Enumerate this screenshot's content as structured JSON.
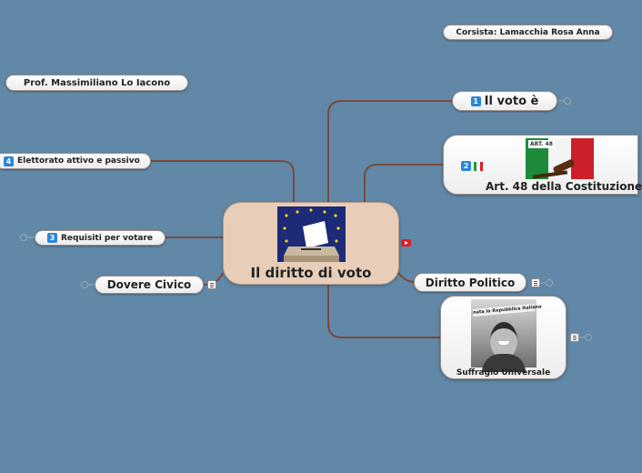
{
  "central": {
    "title": "Il diritto di voto"
  },
  "author": "Corsista: Lamacchia Rosa Anna",
  "professor": "Prof. Massimiliano Lo Iacono",
  "nodes": {
    "voto": {
      "num": "1",
      "label": "Il voto è"
    },
    "art48": {
      "num": "2",
      "label": "Art. 48 della Costituzione",
      "image_text": "ART. 48"
    },
    "requisiti": {
      "num": "3",
      "label": "Requisiti per votare"
    },
    "elettorato": {
      "num": "4",
      "label": "Elettorato attivo e passivo"
    },
    "dovere": {
      "label": "Dovere Civico"
    },
    "politico": {
      "label": "Diritto Politico"
    },
    "suffragio": {
      "label": "Suffragio Universale",
      "newspaper_headline": "nata la Repubblica Italiana"
    }
  },
  "colors": {
    "background": "#6188a7",
    "central_fill": "#e8cdb8",
    "link": "#7a4a3c",
    "number_badge": "#2a86d8"
  }
}
